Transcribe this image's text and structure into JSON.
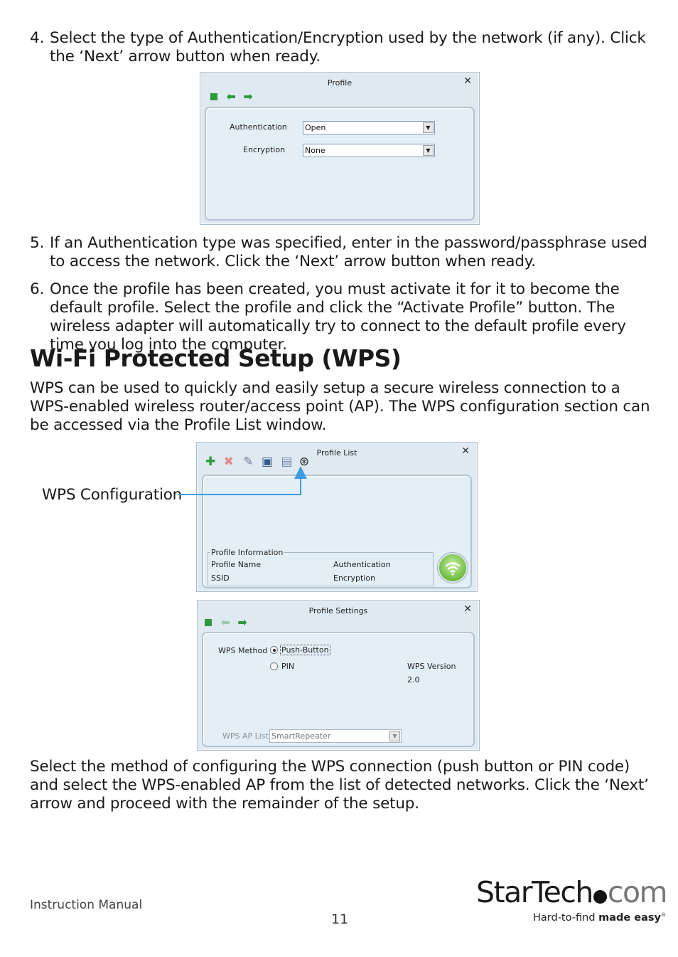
{
  "steps": [
    {
      "num": "4.",
      "text": "Select the type of Authentication/Encryption used by the network (if any).  Click the ‘Next’ arrow button when ready."
    },
    {
      "num": "5.",
      "text": "If an Authentication type was specified, enter in the password/passphrase used to access the network. Click the ‘Next’ arrow button when ready."
    },
    {
      "num": "6.",
      "text": "Once the profile has been created, you must activate it for it to become the default profile.  Select the profile and click the “Activate Profile” button.  The wireless adapter will automatically try to connect to the default profile every time you log into the computer."
    }
  ],
  "section_title": "Wi-Fi Protected Setup (WPS)",
  "intro": "WPS can be used to quickly and easily setup a secure wireless connection to a WPS-enabled wireless router/access point (AP).  The WPS configuration section can be accessed via the Profile List window.",
  "closing": "Select the method of configuring the WPS connection (push button or PIN code) and select the WPS-enabled AP from the list of detected networks.  Click the ‘Next’ arrow and proceed with the remainder of the setup.",
  "profile_dialog": {
    "title": "Profile",
    "close": "✕",
    "auth_label": "Authentication",
    "auth_value": "Open",
    "enc_label": "Encryption",
    "enc_value": "None"
  },
  "profile_list_dialog": {
    "title": "Profile List",
    "close": "✕",
    "callout": "WPS Configuration",
    "info_group": "Profile Information",
    "profile_name": "Profile Name",
    "ssid": "SSID",
    "authentication": "Authentication",
    "encryption": "Encryption"
  },
  "profile_settings_dialog": {
    "title": "Profile Settings",
    "close": "✕",
    "wps_method_label": "WPS Method",
    "push_button": "Push-Button",
    "pin": "PIN",
    "wps_version_label": "WPS Version",
    "wps_version_value": "2.0",
    "ap_list_label": "WPS AP List",
    "ap_list_value": "SmartRepeater"
  },
  "footer": {
    "manual": "Instruction Manual",
    "page": "11",
    "logo_left": "StarTech",
    "logo_right": "com",
    "tagline_light": "Hard-to-find ",
    "tagline_bold": "made easy",
    "tagline_mark": "®"
  },
  "colors": {
    "toolbar_green": "#2f9a3b",
    "callout_blue": "#3d9de0",
    "dialog_bg": "#dfe9f1"
  }
}
